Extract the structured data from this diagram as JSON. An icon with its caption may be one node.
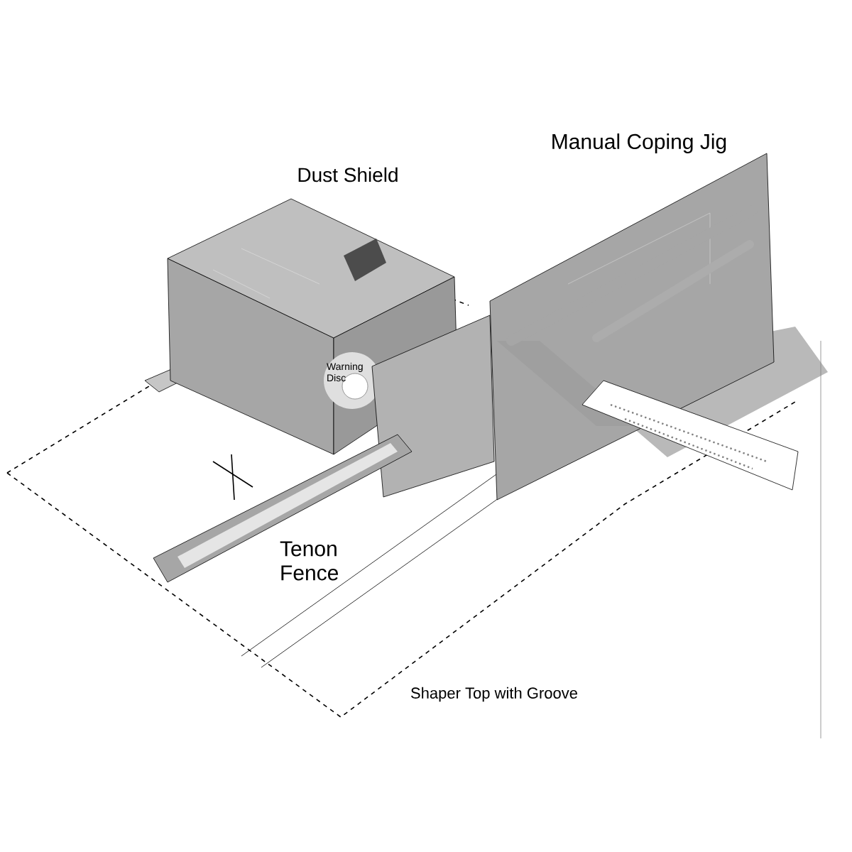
{
  "diagram": {
    "labels": [
      "Manual Coping Jig",
      "Dust Shield",
      "Warning Disc",
      "Tenon Fence",
      "Shaper Top with Groove"
    ]
  }
}
